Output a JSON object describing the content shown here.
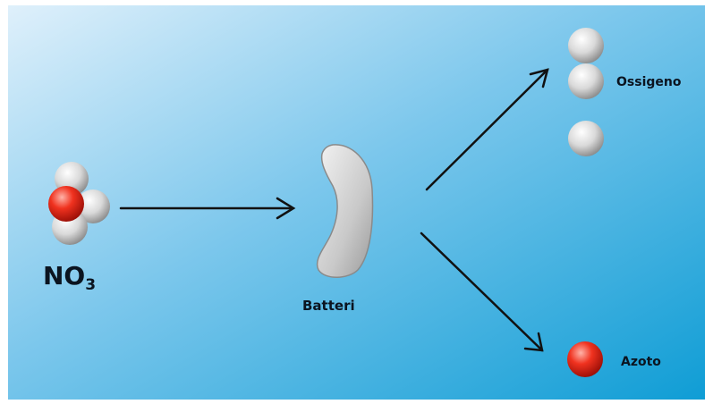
{
  "molecule": {
    "formula": "NO",
    "subscript": "3"
  },
  "labels": {
    "bacteria": "Batteri",
    "oxygen": "Ossigeno",
    "nitrogen": "Azoto"
  },
  "colors": {
    "background_light": "#d9ecf9",
    "background_dark": "#12a0d6",
    "oxygen_sphere": "#d6d6d6",
    "nitrogen_sphere": "#e8281e",
    "bacterium_fill": "#cfcfcf",
    "arrow": "#111111"
  }
}
